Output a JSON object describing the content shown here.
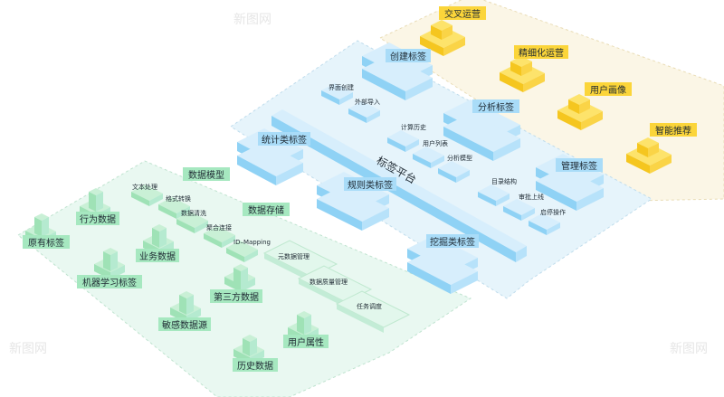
{
  "colors": {
    "green_top": "#c9f0d6",
    "green_left": "#9fe2b6",
    "green_right": "#b5ead0",
    "blue_top": "#d7eefc",
    "blue_left": "#8fd2f5",
    "blue_right": "#b7e2fa",
    "yellow_top": "#fde36b",
    "yellow_left": "#f5c61f",
    "yellow_right": "#fad447",
    "label_green": "#a6e8c0",
    "label_blue": "#a9dcf8",
    "label_yellow": "#fbd53a",
    "plate_green": "#e9f8f1",
    "plate_blue": "#e6f4fb",
    "plate_yellow": "#fbf6e6"
  },
  "platform": {
    "title": "标签平台"
  },
  "data_layer": {
    "sources": [
      {
        "id": "s1",
        "label": "原有标签"
      },
      {
        "id": "s2",
        "label": "行为数据"
      },
      {
        "id": "s3",
        "label": "业务数据"
      },
      {
        "id": "s4",
        "label": "机器学习标签"
      },
      {
        "id": "s5",
        "label": "第三方数据"
      },
      {
        "id": "s6",
        "label": "敏感数据源"
      },
      {
        "id": "s7",
        "label": "用户属性"
      },
      {
        "id": "s8",
        "label": "历史数据"
      }
    ],
    "modules": [
      {
        "id": "m1",
        "label": "数据模型",
        "items": [
          "文本处理",
          "格式转换"
        ]
      },
      {
        "id": "m2",
        "label": "数据存储",
        "items": [
          "数据清洗",
          "聚合连接",
          "ID–Mapping"
        ]
      }
    ],
    "services": [
      {
        "id": "v1",
        "label": "元数据管理"
      },
      {
        "id": "v2",
        "label": "数据质量管理"
      },
      {
        "id": "v3",
        "label": "任务调度"
      }
    ]
  },
  "tag_layer": {
    "groups": [
      {
        "id": "t1",
        "label": "创建标签",
        "items": [
          "界面创建",
          "外部导入"
        ]
      },
      {
        "id": "t2",
        "label": "统计类标签",
        "items": []
      },
      {
        "id": "t3",
        "label": "分析标签",
        "items": [
          "计算历史",
          "用户列表",
          "分析模型"
        ]
      },
      {
        "id": "t4",
        "label": "规则类标签",
        "items": []
      },
      {
        "id": "t5",
        "label": "管理标签",
        "items": [
          "目录结构",
          "审批上线",
          "启停操作"
        ]
      },
      {
        "id": "t6",
        "label": "挖掘类标签",
        "items": []
      }
    ]
  },
  "application_layer": {
    "apps": [
      {
        "id": "a1",
        "label": "交叉运营"
      },
      {
        "id": "a2",
        "label": "精细化运营"
      },
      {
        "id": "a3",
        "label": "用户画像"
      },
      {
        "id": "a4",
        "label": "智能推荐"
      }
    ]
  },
  "watermark": "新图网"
}
